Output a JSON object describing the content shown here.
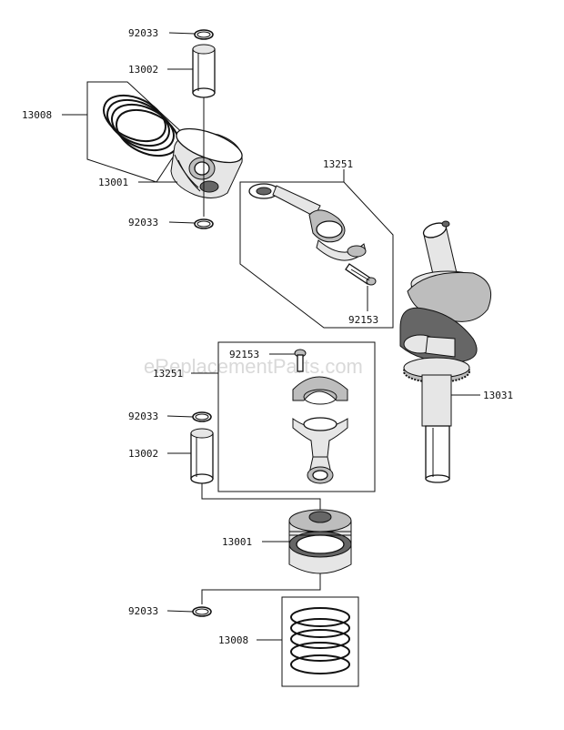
{
  "watermark": "eReplacementParts.com",
  "callouts": {
    "ring_top": "92033",
    "pin_top": "13002",
    "rings_top": "13008",
    "piston_top": "13001",
    "ring_top2": "92033",
    "rod_top": "13251",
    "bolt_top": "92153",
    "crankshaft": "13031",
    "bolt_bottom": "92153",
    "rod_bottom": "13251",
    "ring_bottom": "92033",
    "pin_bottom": "13002",
    "piston_bottom": "13001",
    "ring_bottom2": "92033",
    "rings_bottom": "13008"
  }
}
